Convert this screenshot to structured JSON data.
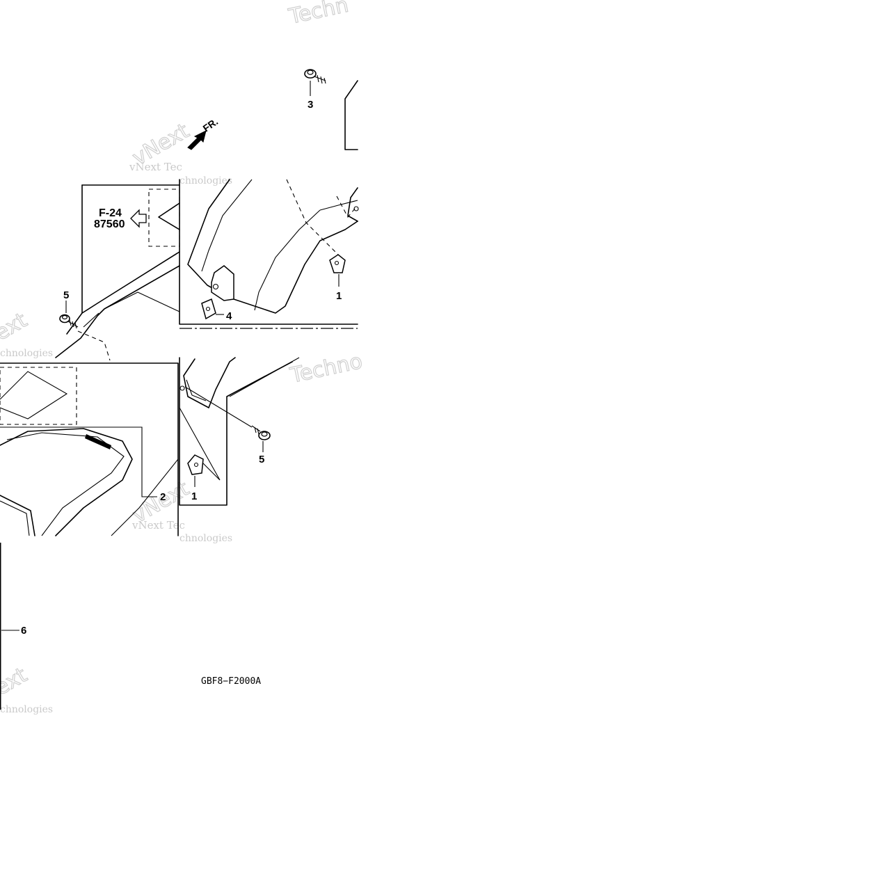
{
  "diagram": {
    "parts": [
      {
        "number": "1"
      },
      {
        "number": "1"
      },
      {
        "number": "2"
      },
      {
        "number": "3"
      },
      {
        "number": "4"
      },
      {
        "number": "5"
      },
      {
        "number": "5"
      },
      {
        "number": "6"
      }
    ],
    "reference": {
      "code": "F-24",
      "part": "87560"
    },
    "front_indicator": "FR.",
    "drawing_code": "GBF8−F2000A"
  },
  "watermark": {
    "text_a": "vNext",
    "text_b": "Technologies",
    "text_c": "Techno",
    "text_d": "vNext Tec",
    "text_e": "chnologies",
    "text_f": "ext",
    "text_g": "Techn"
  }
}
